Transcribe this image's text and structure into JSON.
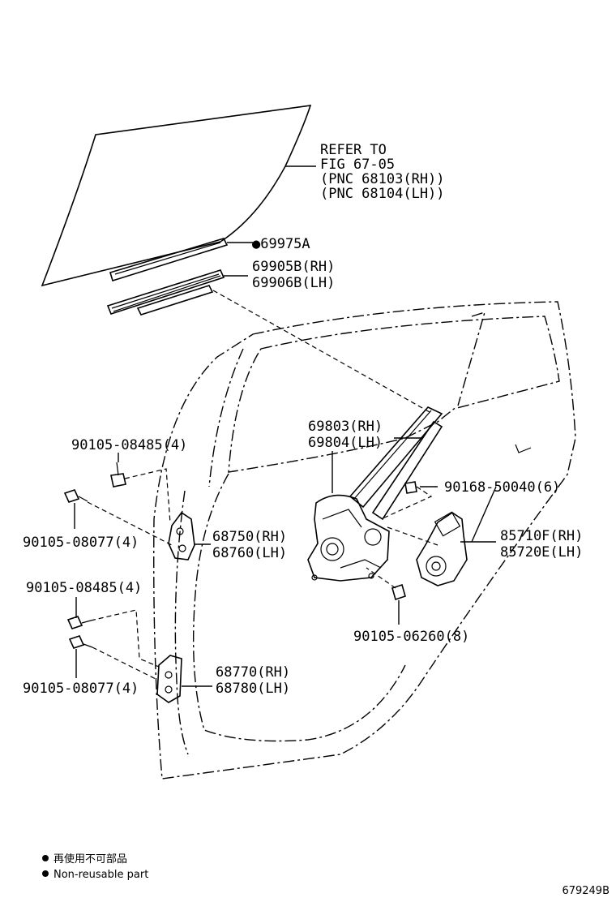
{
  "glass_ref": {
    "line1": "REFER TO",
    "line2": "FIG 67-05",
    "line3": "(PNC 68103(RH))",
    "line4": "(PNC 68104(LH))"
  },
  "labels": {
    "weatherstrip_inner": "●69975A",
    "weatherstrip_outer_rh": "69905B(RH)",
    "weatherstrip_outer_lh": "69906B(LH)",
    "regulator_rh": "69803(RH)",
    "regulator_lh": "69804(LH)",
    "bolt_upper_hinge": "90105-08485(4)",
    "bolt_regulator": "90168-50040(6)",
    "bolt_upper_hinge_b": "90105-08077(4)",
    "upper_hinge_rh": "68750(RH)",
    "upper_hinge_lh": "68760(LH)",
    "motor_rh": "85710F(RH)",
    "motor_lh": "85720E(LH)",
    "bolt_lower_hinge": "90105-08485(4)",
    "bolt_motor": "90105-06260(8)",
    "lower_hinge_rh": "68770(RH)",
    "lower_hinge_lh": "68780(LH)",
    "bolt_lower_hinge_b": "90105-08077(4)"
  },
  "legend": {
    "jp": "再使用不可部品",
    "en": "Non-reusable part"
  },
  "figure_id": "679249B"
}
